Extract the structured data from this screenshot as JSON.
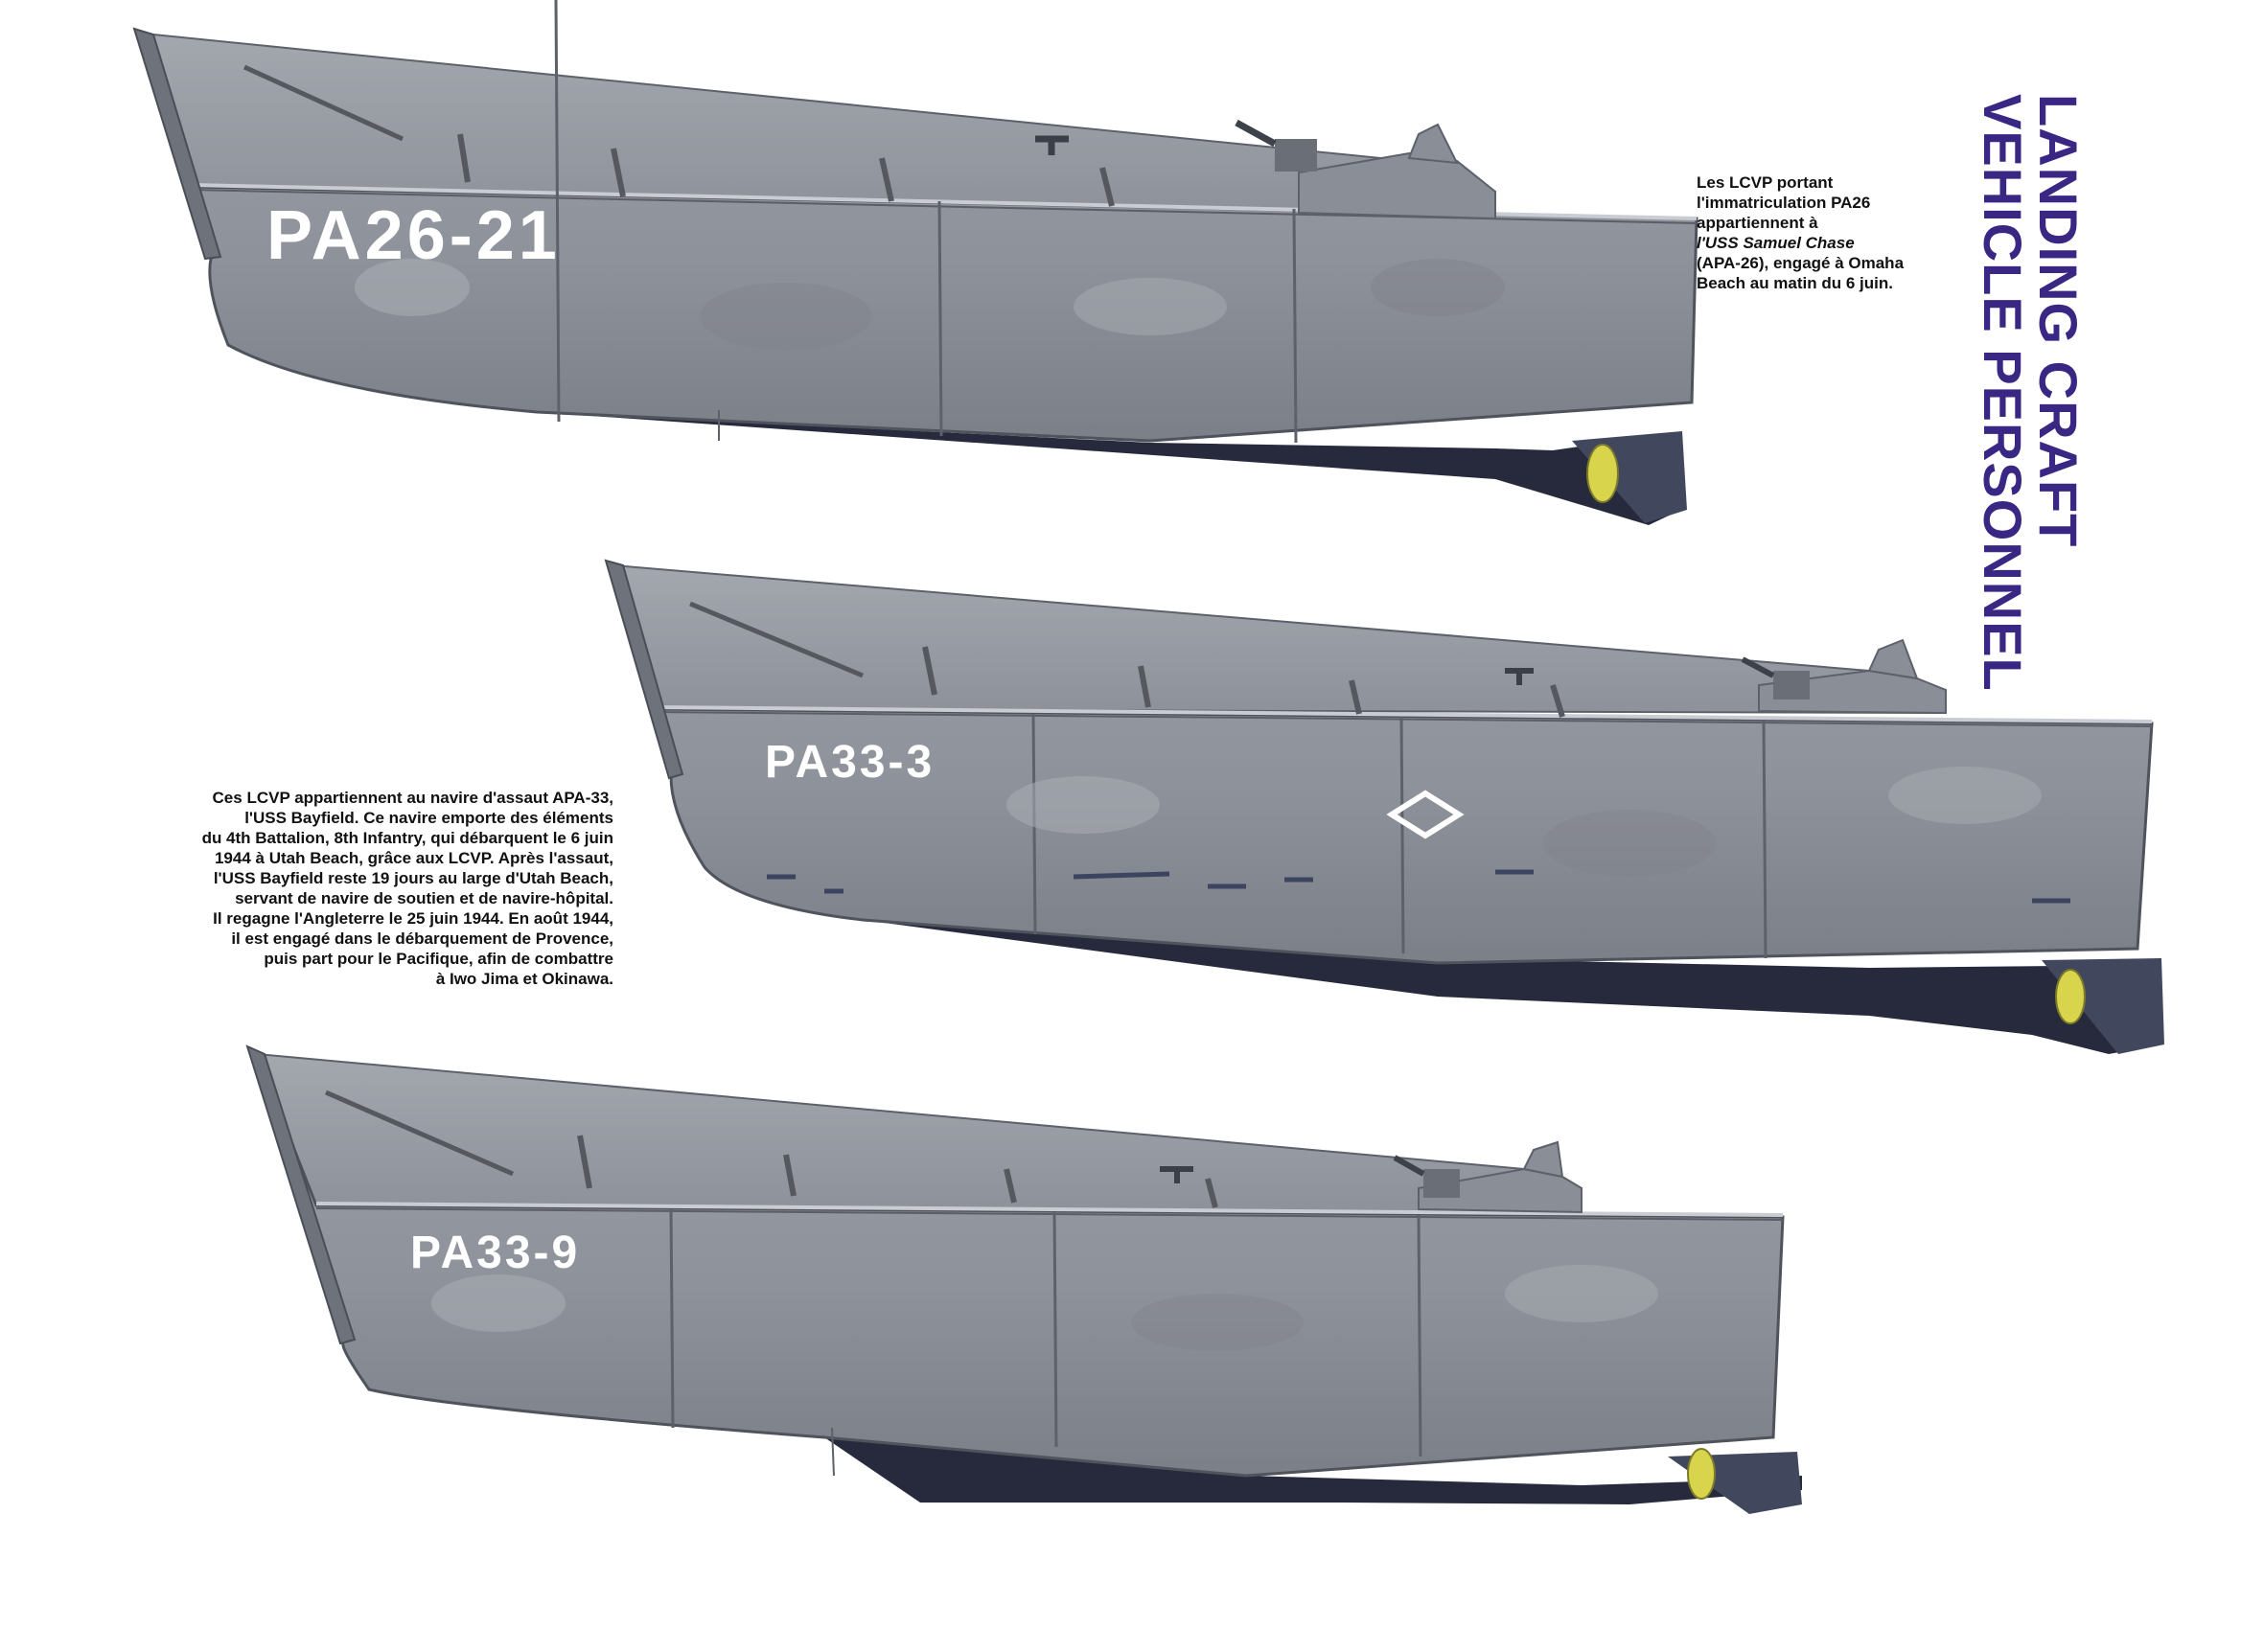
{
  "title": {
    "line1": "LANDING CRAFT",
    "line2": "VEHICLE PERSONNEL",
    "color": "#3a2683"
  },
  "boats": [
    {
      "registration": "PA26-21"
    },
    {
      "registration": "PA33-3"
    },
    {
      "registration": "PA33-9"
    }
  ],
  "caption_pa26": {
    "lines": [
      "Les LCVP portant",
      "l'immatriculation PA26",
      "appartiennent à",
      "l'USS Samuel Chase",
      "(APA-26), engagé à Omaha",
      "Beach au matin du 6 juin."
    ]
  },
  "caption_pa33": {
    "lines": [
      "Ces LCVP appartiennent au navire d'assaut APA-33,",
      "l'USS Bayfield. Ce navire emporte des éléments",
      "du 4th Battalion, 8th Infantry, qui débarquent le 6 juin",
      "1944 à Utah Beach, grâce aux LCVP. Après l'assaut,",
      "l'USS Bayfield reste 19 jours au large d'Utah Beach,",
      "servant de navire de soutien et de navire-hôpital.",
      "Il regagne l'Angleterre le 25 juin 1944. En août 1944,",
      "il est engagé dans le débarquement de Provence,",
      "puis part pour le Pacifique, afin de combattre",
      "à Iwo Jima et Okinawa."
    ]
  },
  "colors": {
    "hull_grey": "#8f939b",
    "hull_dark": "#5d616b",
    "keel_navy": "#23263a",
    "propeller": "#d7d34a"
  }
}
